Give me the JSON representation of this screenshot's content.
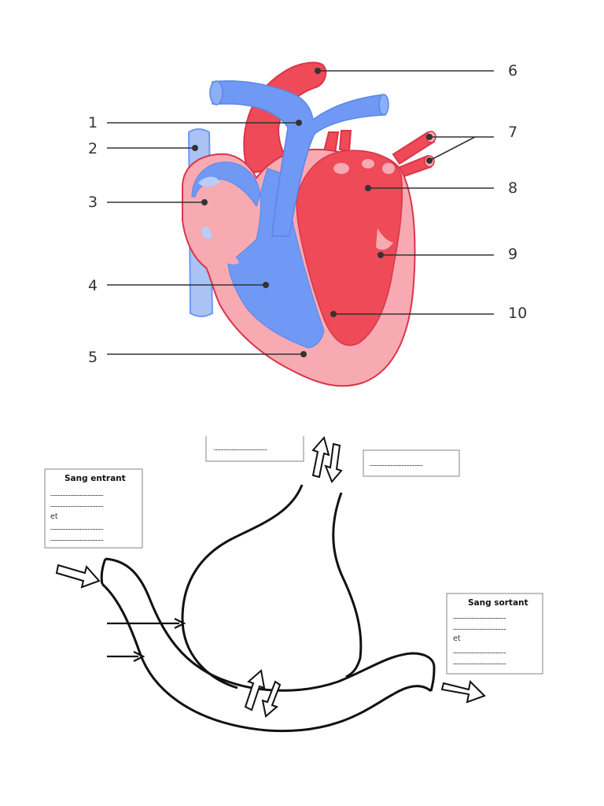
{
  "heart": {
    "labels": [
      "1",
      "2",
      "3",
      "4",
      "5",
      "6",
      "7",
      "8",
      "9",
      "10"
    ]
  },
  "exchange": {
    "incoming_box": {
      "title": "Sang entrant",
      "line1": "…………………………………………",
      "line2": "…………………………………………",
      "et": "et",
      "line3": "…………………………………………",
      "line4": "…………………………………………"
    },
    "outgoing_box": {
      "title": "Sang sortant",
      "line1": "…………………………………………",
      "line2": "…………………………………………",
      "et": "et",
      "line3": "…………………………………………",
      "line4": "…………………………………………"
    },
    "top_left_box": {
      "line1": "…………………………………………"
    },
    "top_right_box": {
      "line1": "…………………………………………"
    }
  },
  "colors": {
    "deoxygenated": "#6f99f5",
    "oxygenated": "#ee4a58",
    "myocardium": "#f7aab2",
    "outline": "#d9354a"
  }
}
